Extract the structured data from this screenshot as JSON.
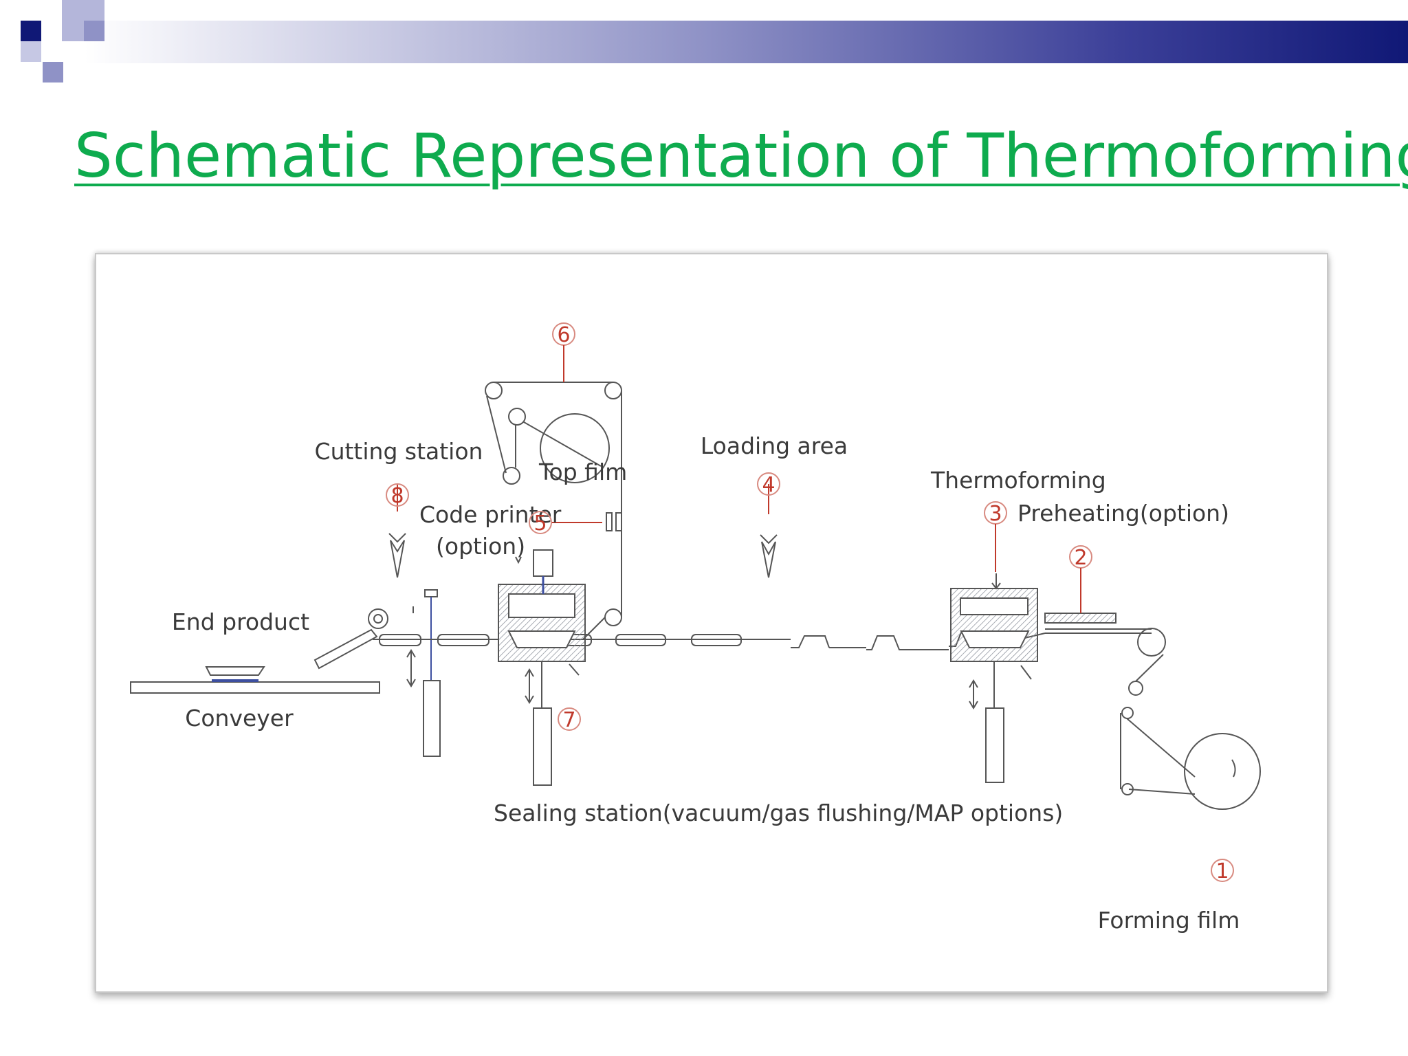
{
  "slide": {
    "title": "Schematic Representation of Thermoforming",
    "colors": {
      "title": "#0eab4e",
      "banner_dark": "#101876",
      "banner_mid": "#8f92c6",
      "label_number": "#c0392b"
    }
  },
  "diagram": {
    "stations": [
      {
        "number": "1",
        "label": "Forming film"
      },
      {
        "number": "2",
        "label": "Preheating(option)"
      },
      {
        "number": "3",
        "label": "Thermoforming"
      },
      {
        "number": "4",
        "label": "Loading area"
      },
      {
        "number": "5",
        "label_line1": "Code printer",
        "label_line2": "(option)"
      },
      {
        "number": "6",
        "label": "Top film"
      },
      {
        "number": "7",
        "label": "Sealing station(vacuum/gas flushing/MAP options)"
      },
      {
        "number": "8",
        "label": "Cutting station"
      }
    ],
    "other_labels": {
      "end_product": "End product",
      "conveyer": "Conveyer"
    }
  }
}
